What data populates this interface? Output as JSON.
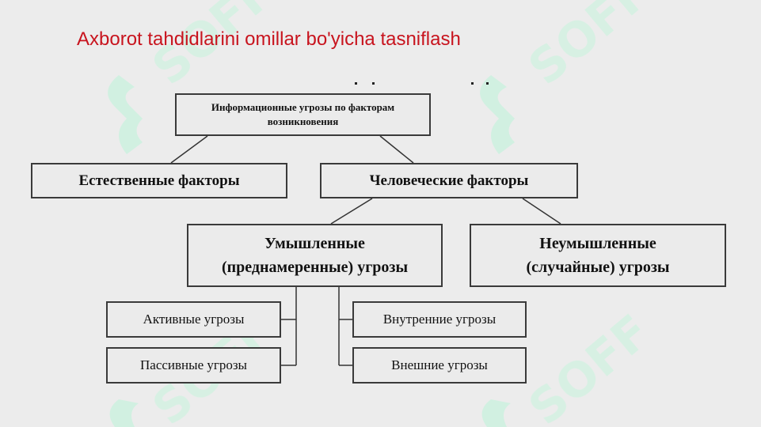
{
  "slide": {
    "title": "Axborot tahdidlarini omillar bo'yicha tasniflash"
  },
  "diagram": {
    "root": {
      "line1": "Информационные угрозы по факторам",
      "line2": "возникновения"
    },
    "natural": "Естественные факторы",
    "human": "Человеческие факторы",
    "intentional": {
      "line1": "Умышленные",
      "line2": "(преднамеренные) угрозы"
    },
    "unintentional": {
      "line1": "Неумышленные",
      "line2": "(случайные) угрозы"
    },
    "active": "Активные угрозы",
    "passive": "Пассивные угрозы",
    "internal": "Внутренние угрозы",
    "external": "Внешние угрозы"
  },
  "watermark": {
    "text": "SOFF",
    "color": "#c9f0dc"
  }
}
